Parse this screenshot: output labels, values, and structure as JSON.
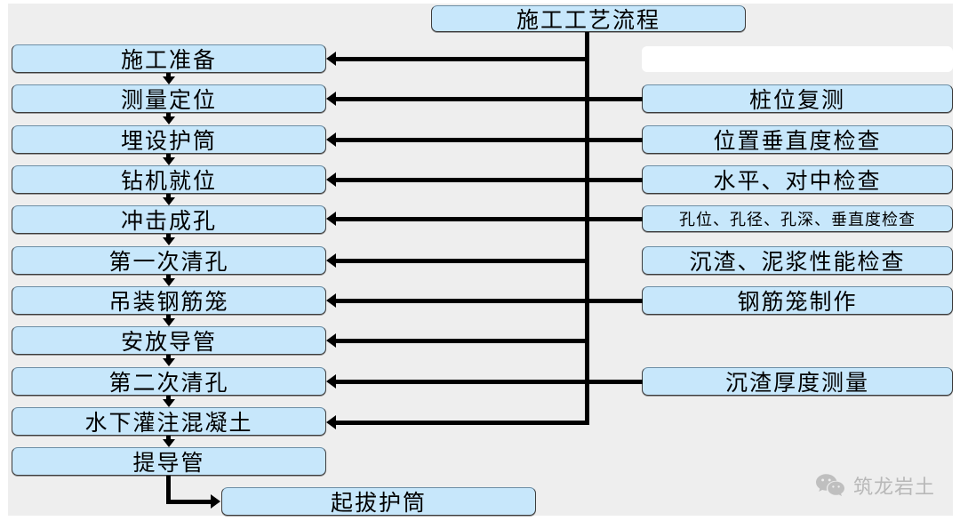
{
  "diagram": {
    "title_box": {
      "label": "施工工艺流程"
    },
    "process_steps": [
      {
        "label": "施工准备"
      },
      {
        "label": "测量定位"
      },
      {
        "label": "埋设护筒"
      },
      {
        "label": "钻机就位"
      },
      {
        "label": "冲击成孔"
      },
      {
        "label": "第一次清孔"
      },
      {
        "label": "吊装钢筋笼"
      },
      {
        "label": "安放导管"
      },
      {
        "label": "第二次清孔"
      },
      {
        "label": "水下灌注混凝土"
      },
      {
        "label": "提导管"
      }
    ],
    "final_step": {
      "label": "起拔护筒"
    },
    "inspection_steps": [
      {
        "label": ""
      },
      {
        "label": "桩位复测"
      },
      {
        "label": "位置垂直度检查"
      },
      {
        "label": "水平、对中检查"
      },
      {
        "label": "孔位、孔径、孔深、垂直度检查"
      },
      {
        "label": "沉渣、泥浆性能检查"
      },
      {
        "label": "钢筋笼制作"
      },
      {
        "label": "沉渣厚度测量"
      }
    ],
    "colors": {
      "box_fill": "#c7e7fb",
      "box_border": "#3c3c3c",
      "background": "#eeeeee",
      "connector": "#000000",
      "watermark_text": "#8c8c8c"
    }
  },
  "watermark": {
    "label": "筑龙岩土",
    "icon": "wechat-icon"
  }
}
